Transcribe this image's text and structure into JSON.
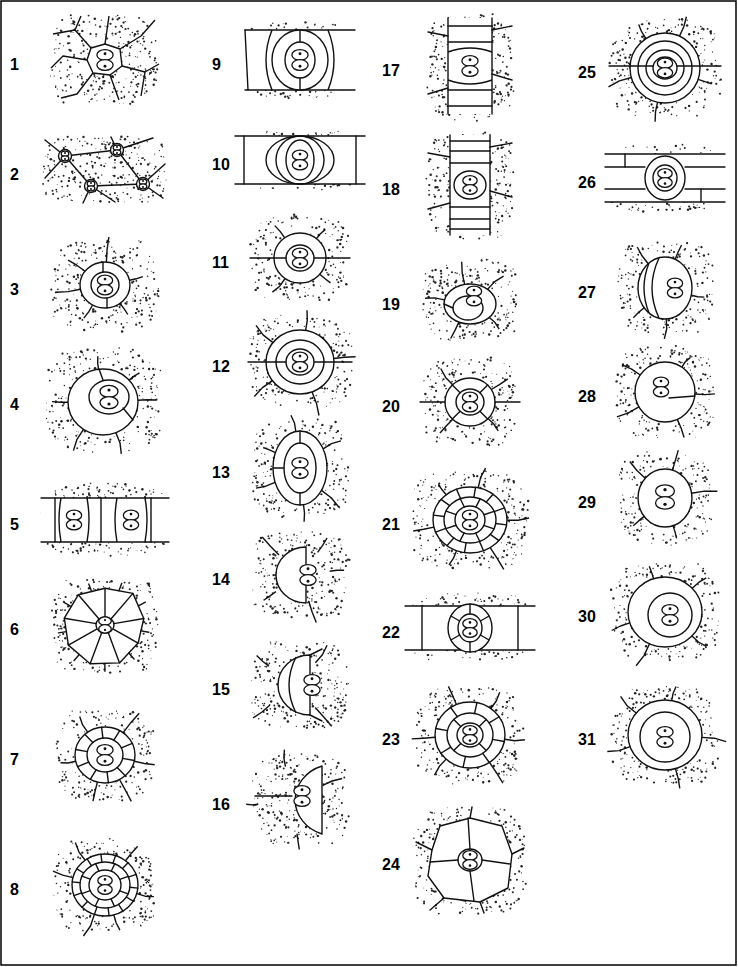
{
  "diagram": {
    "labels": [
      "1",
      "2",
      "3",
      "4",
      "5",
      "6",
      "7",
      "8",
      "9",
      "10",
      "11",
      "12",
      "13",
      "14",
      "15",
      "16",
      "17",
      "18",
      "19",
      "20",
      "21",
      "22",
      "23",
      "24",
      "25",
      "26",
      "27",
      "28",
      "29",
      "30",
      "31"
    ]
  }
}
